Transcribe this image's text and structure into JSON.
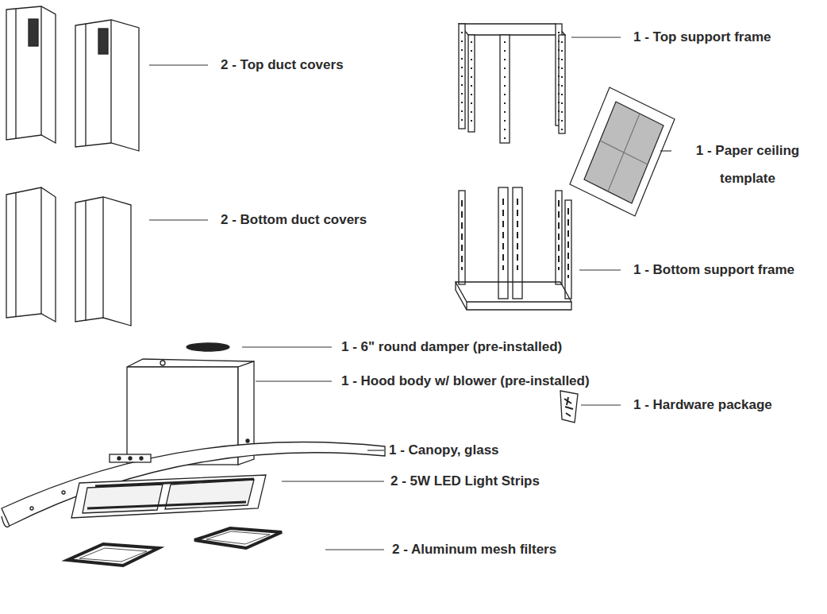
{
  "diagram": {
    "labels": [
      "2 - Top duct covers",
      "1 - Top support frame",
      "1 - Paper ceiling template",
      "2 - Bottom duct covers",
      "1 - Bottom support frame",
      "1 - 6\" round damper (pre-installed)",
      "1 - Hood body w/ blower (pre-installed)",
      "1 - Hardware package",
      "1 - Canopy, glass",
      "2 - 5W LED Light Strips",
      "2 - Aluminum mesh filters"
    ]
  }
}
